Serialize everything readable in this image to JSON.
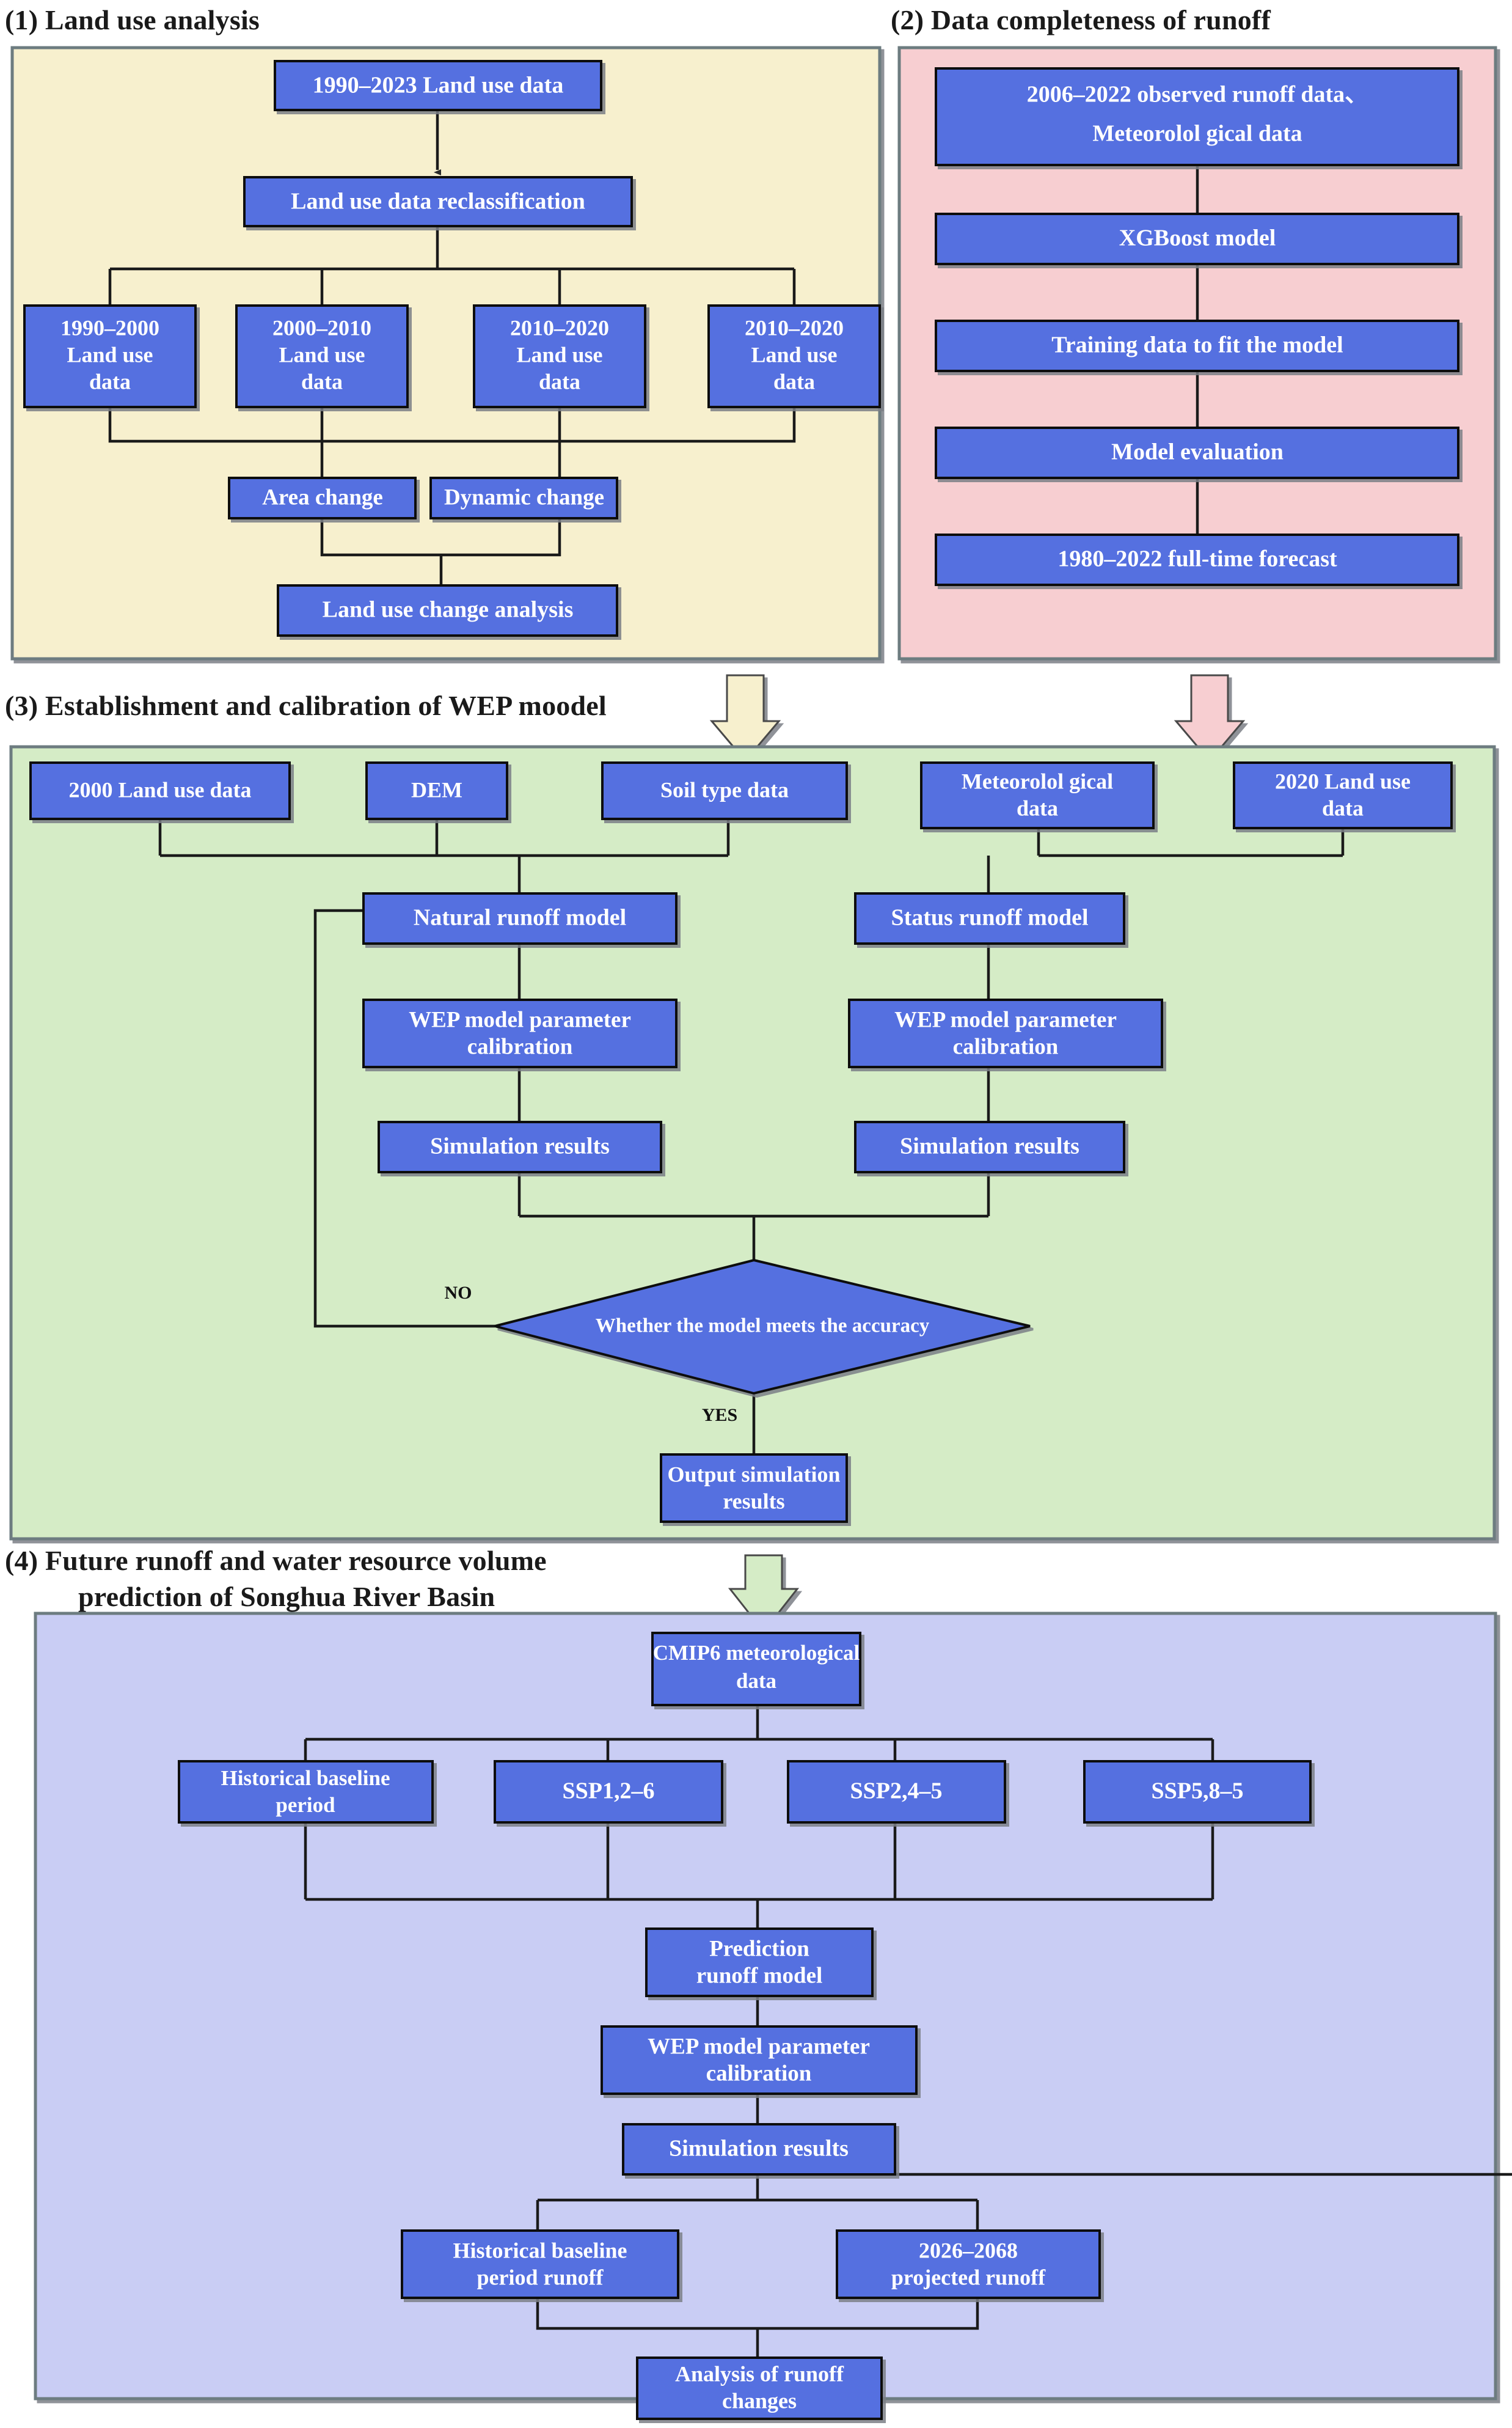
{
  "figure": {
    "type": "flowchart",
    "panels": [
      {
        "id": "panel1",
        "title": "(1) Land use analysis",
        "fill": "#f7f0ce",
        "nodes": [
          {
            "id": "p1n1",
            "label": "1990–2023 Land use data"
          },
          {
            "id": "p1n2",
            "label": "Land use data reclassification"
          },
          {
            "id": "p1n3",
            "label": "1990–2000\nLand use\ndata"
          },
          {
            "id": "p1n4",
            "label": "2000–2010\nLand use\ndata"
          },
          {
            "id": "p1n5",
            "label": "2010–2020\nLand use\ndata"
          },
          {
            "id": "p1n6",
            "label": "2010–2020\nLand use\ndata"
          },
          {
            "id": "p1n7",
            "label": "Area change"
          },
          {
            "id": "p1n8",
            "label": "Dynamic change"
          },
          {
            "id": "p1n9",
            "label": "Land use change analysis"
          }
        ]
      },
      {
        "id": "panel2",
        "title": "(2) Data completeness of runoff",
        "fill": "#f7ced1",
        "nodes": [
          {
            "id": "p2n1",
            "label": "2006–2022 observed runoff data、\nMeteorolol gical data"
          },
          {
            "id": "p2n2",
            "label": "XGBoost model"
          },
          {
            "id": "p2n3",
            "label": "Training data to fit the model"
          },
          {
            "id": "p2n4",
            "label": "Model evaluation"
          },
          {
            "id": "p2n5",
            "label": "1980–2022 full-time forecast"
          }
        ]
      },
      {
        "id": "panel3",
        "title": "(3) Establishment and calibration of WEP moodel",
        "fill": "#d5ecc6",
        "nodes": [
          {
            "id": "p3n1",
            "label": "2000 Land use data"
          },
          {
            "id": "p3n2",
            "label": "DEM"
          },
          {
            "id": "p3n3",
            "label": "Soil type data"
          },
          {
            "id": "p3n4",
            "label": "Meteorolol gical\ndata"
          },
          {
            "id": "p3n5",
            "label": "2020 Land use\ndata"
          },
          {
            "id": "p3n6",
            "label": "Natural runoff model"
          },
          {
            "id": "p3n7",
            "label": "Status runoff model"
          },
          {
            "id": "p3n8",
            "label": "WEP model parameter\ncalibration"
          },
          {
            "id": "p3n9",
            "label": "WEP model parameter\ncalibration"
          },
          {
            "id": "p3n10",
            "label": "Simulation results"
          },
          {
            "id": "p3n11",
            "label": "Simulation results"
          },
          {
            "id": "p3n12",
            "label": "Whether the model meets the accuracy"
          },
          {
            "id": "p3n13",
            "label": "Output simulation\nresults"
          }
        ],
        "edge_labels": {
          "no": "NO",
          "yes": "YES"
        }
      },
      {
        "id": "panel4",
        "title": "(4) Future runoff and water resource volume\n      prediction of Songhua River Basin",
        "title_line1": "(4) Future runoff and water resource volume",
        "title_line2": "prediction of Songhua River Basin",
        "fill": "#c9cdf4",
        "nodes": [
          {
            "id": "p4n1",
            "label": "CMIP6 meteorological\ndata"
          },
          {
            "id": "p4n2",
            "label": "Historical baseline\nperiod"
          },
          {
            "id": "p4n3",
            "label": "SSP1,2–6"
          },
          {
            "id": "p4n4",
            "label": "SSP2,4–5"
          },
          {
            "id": "p4n5",
            "label": "SSP5,8–5"
          },
          {
            "id": "p4n6",
            "label": "Prediction\nrunoff model"
          },
          {
            "id": "p4n7",
            "label": "WEP model parameter\ncalibration"
          },
          {
            "id": "p4n8",
            "label": "Simulation results"
          },
          {
            "id": "p4n9",
            "label": "Historical baseline\nperiod runoff"
          },
          {
            "id": "p4n10",
            "label": "2026–2068\nprojected runoff"
          },
          {
            "id": "p4n11",
            "label": "Analysis of runoff\nchanges"
          }
        ]
      }
    ],
    "colors": {
      "node_fill": "#5570e0",
      "node_stroke": "#111111",
      "text": "#ffffff",
      "connector": "#1a1a1a",
      "panel1_fill": "#f7f0ce",
      "panel2_fill": "#f7ced1",
      "panel3_fill": "#d5ecc6",
      "panel4_fill": "#c9cdf4"
    },
    "flow_arrows": [
      {
        "id": "arrow-p1-to-p3",
        "from": "panel1",
        "to": "panel3",
        "fill": "#f7f0ce"
      },
      {
        "id": "arrow-p2-to-p3",
        "from": "panel2",
        "to": "panel3",
        "fill": "#f7ced1"
      },
      {
        "id": "arrow-p3-to-p4",
        "from": "panel3",
        "to": "panel4",
        "fill": "#d5ecc6"
      }
    ]
  }
}
